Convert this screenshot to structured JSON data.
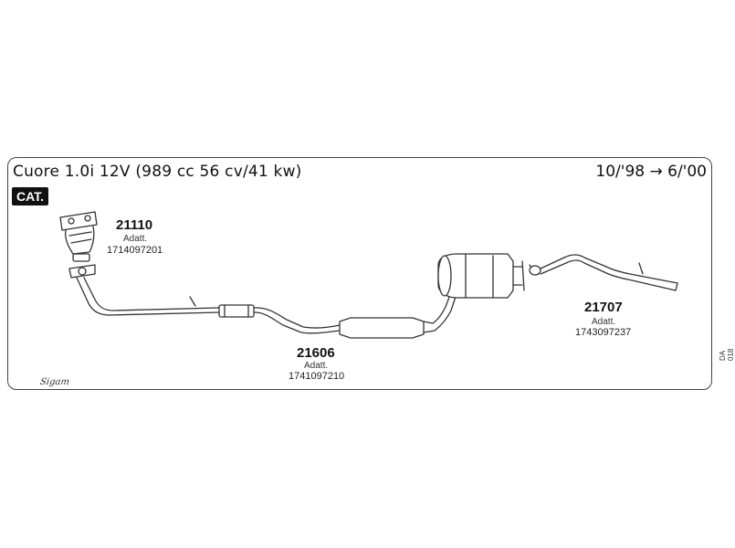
{
  "header": {
    "title": "Cuore 1.0i 12V (989 cc 56 cv/41 kw)",
    "date_range": "10/'98 → 6/'00",
    "badge": "CAT."
  },
  "parts": [
    {
      "number": "21110",
      "label": "Adatt.",
      "code": "1714097201"
    },
    {
      "number": "21606",
      "label": "Adatt.",
      "code": "1741097210"
    },
    {
      "number": "21707",
      "label": "Adatt.",
      "code": "1743097237"
    }
  ],
  "sheet_ref": "DA 018",
  "brand_logo": "Sigam",
  "colors": {
    "line": "#333333",
    "badge_bg": "#111111"
  }
}
